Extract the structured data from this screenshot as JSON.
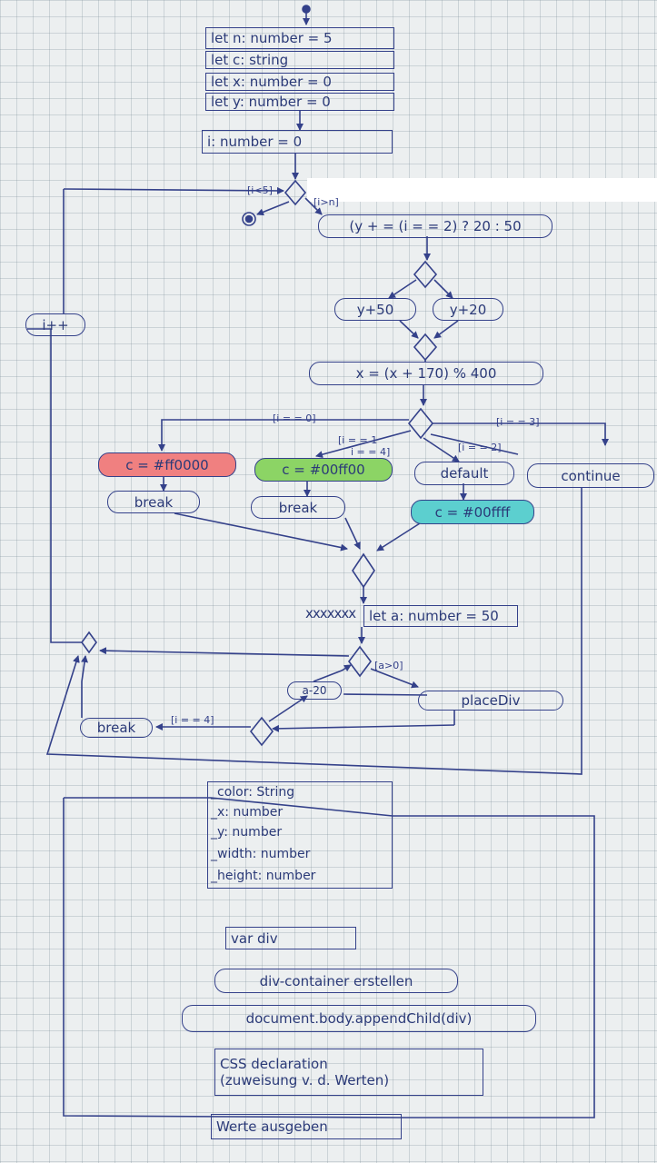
{
  "declarations": [
    "let n: number = 5",
    "let c: string",
    "let x: number = 0",
    "let y: number = 0"
  ],
  "loop_init": "i: number = 0",
  "loop_guard_true": "[i<5]",
  "loop_guard_false": "[i>n]",
  "y_ternary": "(y + = (i = = 2) ? 20 : 50",
  "y_plus_50": "y+50",
  "y_plus_20": "y+20",
  "x_formula": "x = (x + 170) % 400",
  "increment": "i++",
  "switch_guards": {
    "case0": "[i = = 0]",
    "case1": "[i = = 1",
    "case4": "i = = 4]",
    "case2": "[i = = 2]",
    "case3": "[i = = 3]"
  },
  "cases": {
    "red": "c = #ff0000",
    "green": "c = #00ff00",
    "default": "default",
    "cyan": "c = #00ffff",
    "continue": "continue",
    "break1": "break",
    "break2": "break"
  },
  "let_a": "let a: number = 50",
  "cross_out": "xxxxxxx",
  "guard_a_pos": "[a>0]",
  "a_minus": "a-20",
  "place_div": "placeDiv",
  "guard_i4": "[i = = 4]",
  "break3": "break",
  "attributes": [
    "_color: String",
    "_x: number",
    "_y: number",
    "_width: number",
    "_height: number"
  ],
  "var_div": "var div",
  "create_div": "div-container erstellen",
  "append": "document.body.appendChild(div)",
  "css_decl": [
    "CSS declaration",
    "(zuweisung v. d. Werten)"
  ],
  "output": "Werte ausgeben",
  "colors": {
    "ink": "#34418a",
    "red": "#f08080",
    "green": "#8cd465",
    "cyan": "#5ccfcf"
  }
}
